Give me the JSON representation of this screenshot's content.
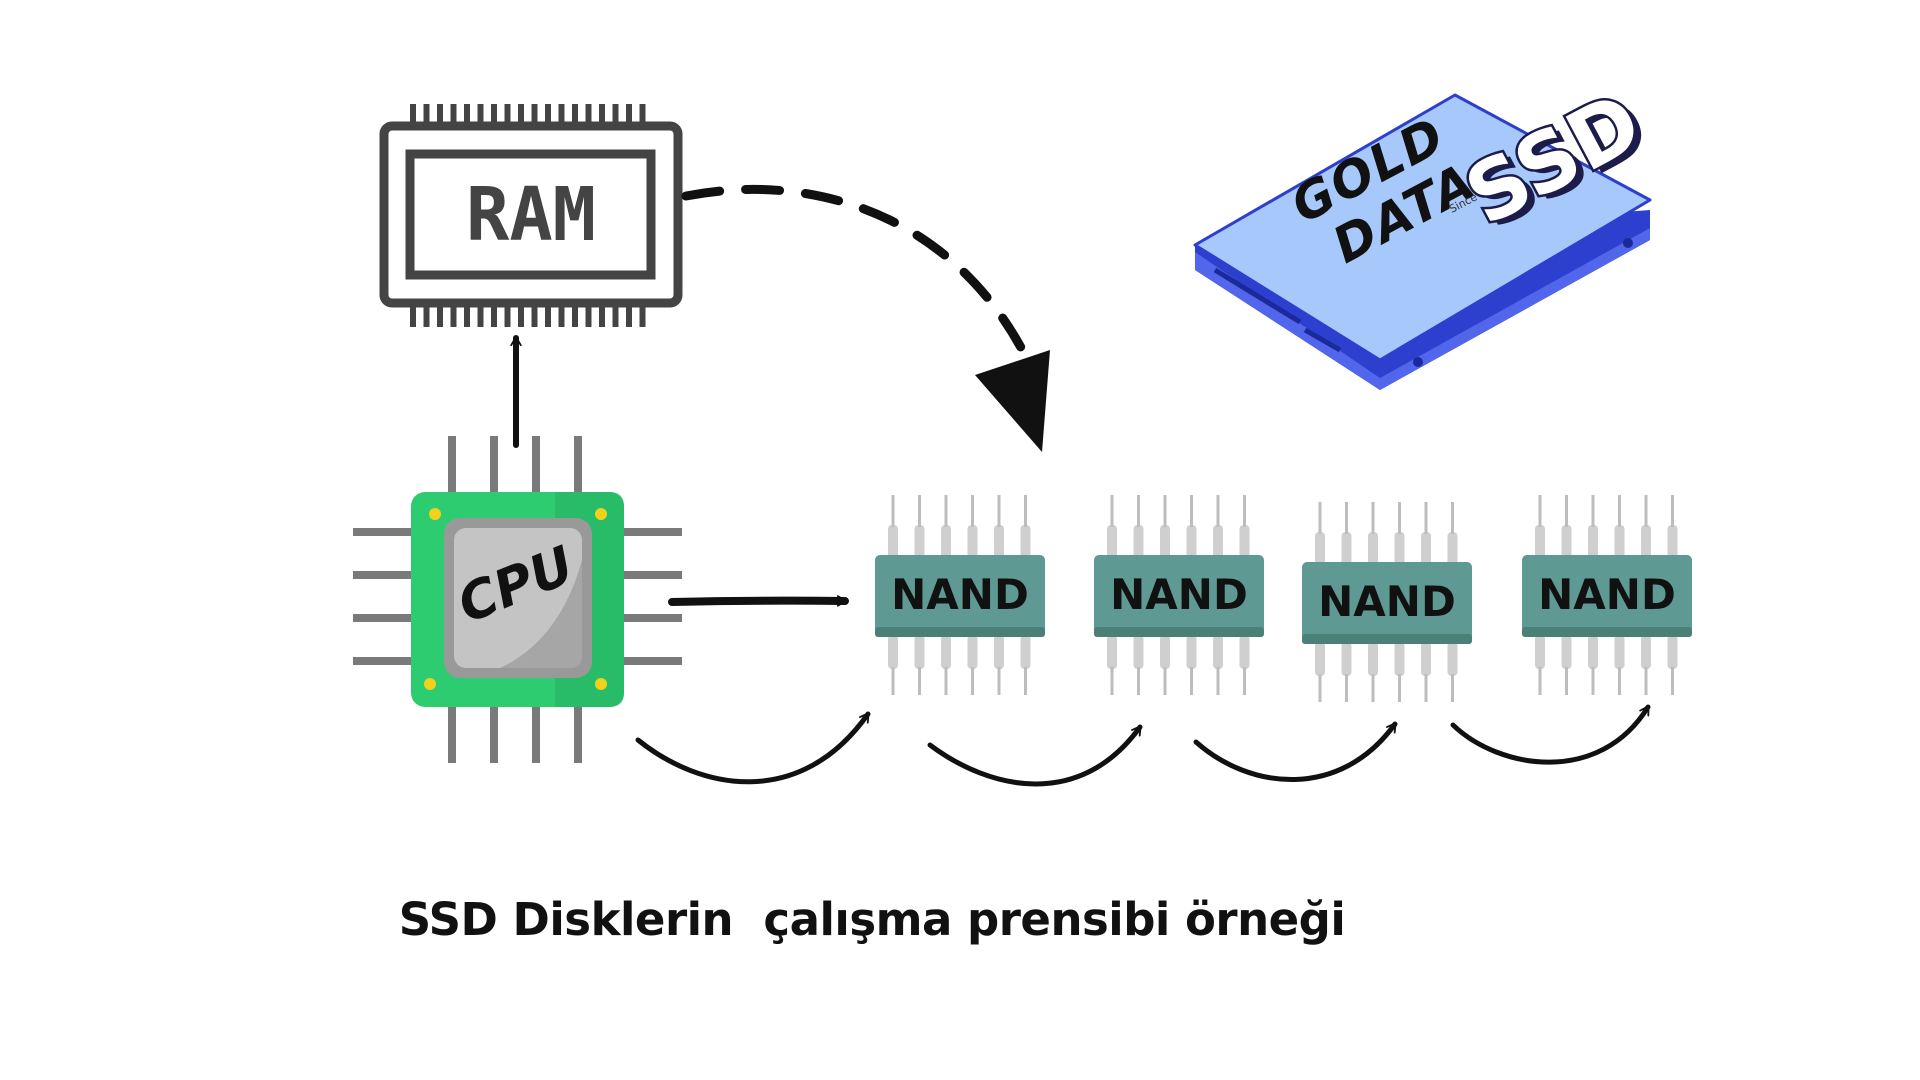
{
  "ram": {
    "label": "RAM"
  },
  "cpu": {
    "label": "CPU"
  },
  "nand_chips": [
    {
      "label": "NAND"
    },
    {
      "label": "NAND"
    },
    {
      "label": "NAND"
    },
    {
      "label": "NAND"
    }
  ],
  "ssd": {
    "brand_line1": "GOLD",
    "brand_line2": "DATA",
    "since_text": "Since 2012",
    "type_label": "SSD"
  },
  "caption": "SSD Disklerin  çalışma prensibi örneği",
  "colors": {
    "ram_stroke": "#444444",
    "cpu_board": "#2ecc71",
    "cpu_core": "#b8b8b8",
    "cpu_corner_dot": "#f1d21b",
    "nand_body": "#5e9a93",
    "nand_pins": "#cfcfcf",
    "ssd_top": "#a7c8fb",
    "ssd_edge": "#2c3fcf",
    "arrow": "#111111"
  }
}
